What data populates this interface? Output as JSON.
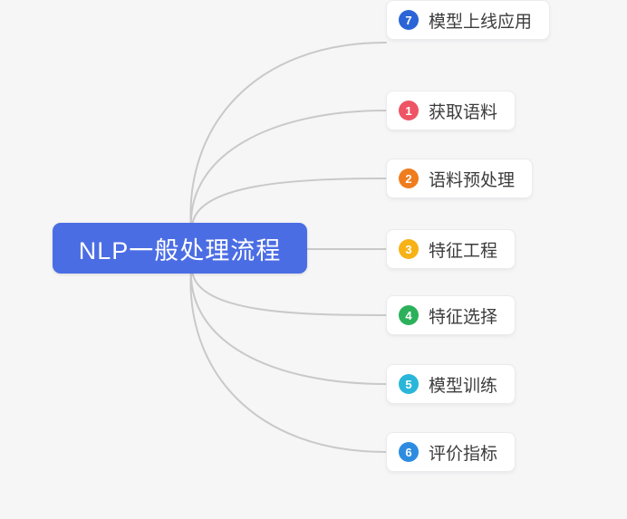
{
  "diagram": {
    "background_color": "#f6f6f7",
    "connector_color": "#c9c9cb",
    "root": {
      "label": "NLP一般处理流程",
      "bg_color": "#4b6de4",
      "text_color": "#ffffff"
    },
    "branches": [
      {
        "number": "1",
        "label": "获取语料",
        "badge_color": "#ed5565"
      },
      {
        "number": "2",
        "label": "语料预处理",
        "badge_color": "#ef7c1d"
      },
      {
        "number": "3",
        "label": "特征工程",
        "badge_color": "#f7b217"
      },
      {
        "number": "4",
        "label": "特征选择",
        "badge_color": "#2cb15a"
      },
      {
        "number": "5",
        "label": "模型训练",
        "badge_color": "#29b6d8"
      },
      {
        "number": "6",
        "label": "评价指标",
        "badge_color": "#2e8ce0"
      },
      {
        "number": "7",
        "label": "模型上线应用",
        "badge_color": "#2a64d6"
      }
    ]
  }
}
